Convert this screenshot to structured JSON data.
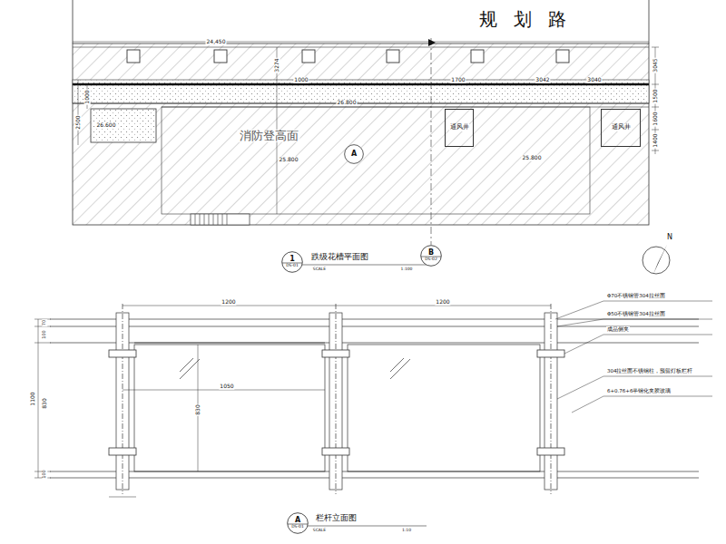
{
  "diagram": {
    "title": "规划路",
    "nodes": [
      {
        "text": [
          "通风井"
        ]
      },
      {
        "text": [
          "通风井"
        ]
      },
      {
        "text": [
          "A"
        ]
      },
      {
        "text": [
          "B",
          "DS-02"
        ]
      },
      {
        "text": [
          "1",
          "DS-01"
        ]
      },
      {
        "text": [
          "A",
          "DS-01"
        ]
      }
    ],
    "labels": [
      "消防登高面",
      "24,450",
      "3274",
      "3045",
      "1500",
      "1600",
      "1400",
      "2500",
      "1000",
      "26.600",
      "26.800",
      "25.800",
      "25.800",
      "1700",
      "1000",
      "3042",
      "3040",
      "跌级花槽平面图",
      "SCALE",
      "1:100",
      "栏杆立面图",
      "SCALE",
      "1:10",
      "1200",
      "1200",
      "1050",
      "830",
      "1100",
      "100",
      "70",
      "830",
      "100",
      "Φ70不锈钢管304拉丝面",
      "Φ50不锈钢管304拉丝面",
      "成品侧夹",
      "304拉丝面不锈钢柱，预留灯板栏杆",
      "6+0.76+6半钢化夹胶玻璃",
      "N"
    ]
  }
}
